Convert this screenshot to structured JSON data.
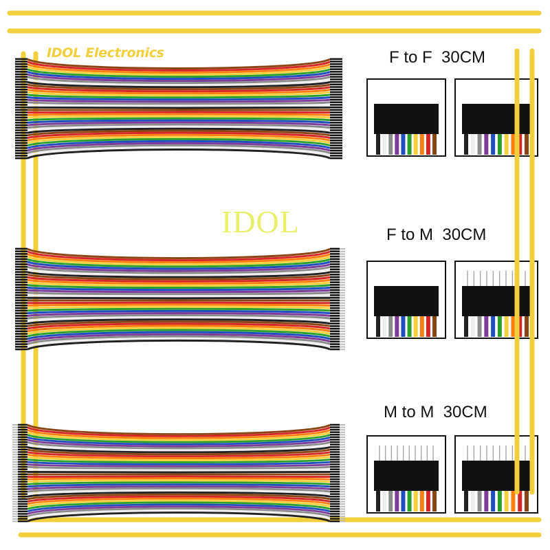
{
  "brand": {
    "name": "IDOL Electronics",
    "color": "#f2cf3c"
  },
  "watermark": {
    "text": "IDOL",
    "color": "#e8f06a"
  },
  "products": [
    {
      "id": "ff",
      "label": "F to F  30CM",
      "left_end": "female",
      "right_end": "female"
    },
    {
      "id": "fm",
      "label": "F to M  30CM",
      "left_end": "female",
      "right_end": "male"
    },
    {
      "id": "mm",
      "label": "M to M  30CM",
      "left_end": "male",
      "right_end": "male"
    }
  ],
  "wire_colors": [
    "#8b4513",
    "#d62728",
    "#ff7f0e",
    "#f4d03f",
    "#2ca02c",
    "#1f4fbf",
    "#7d3c98",
    "#8c8c8c",
    "#eeeeee",
    "#222222"
  ],
  "frame_color": "#f2cf3c"
}
